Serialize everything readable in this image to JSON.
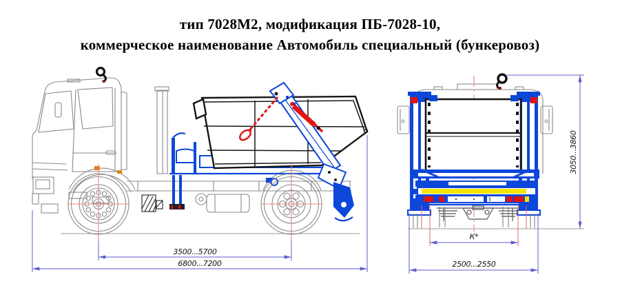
{
  "title": {
    "line1": "тип 7028М2, модификация ПБ-7028-10,",
    "line2": "коммерческое наименование Автомобиль специальный (бункеровоз)"
  },
  "dimensions": {
    "side": {
      "wheelbase": "3500...5700",
      "overall_length": "6800...7200"
    },
    "rear": {
      "track": "К*",
      "overall_width": "2500...2550",
      "overall_height": "3050...3860"
    }
  },
  "colors": {
    "dimension_line": "#5e5ed2",
    "centerline_red": "#f08080",
    "equipment_blue": "#0d47d9",
    "hydraulics_red": "#e01414",
    "safety_stripe_yellow": "#f5e400",
    "chassis_gray": "#8a8a8a",
    "container_black": "#161616"
  }
}
